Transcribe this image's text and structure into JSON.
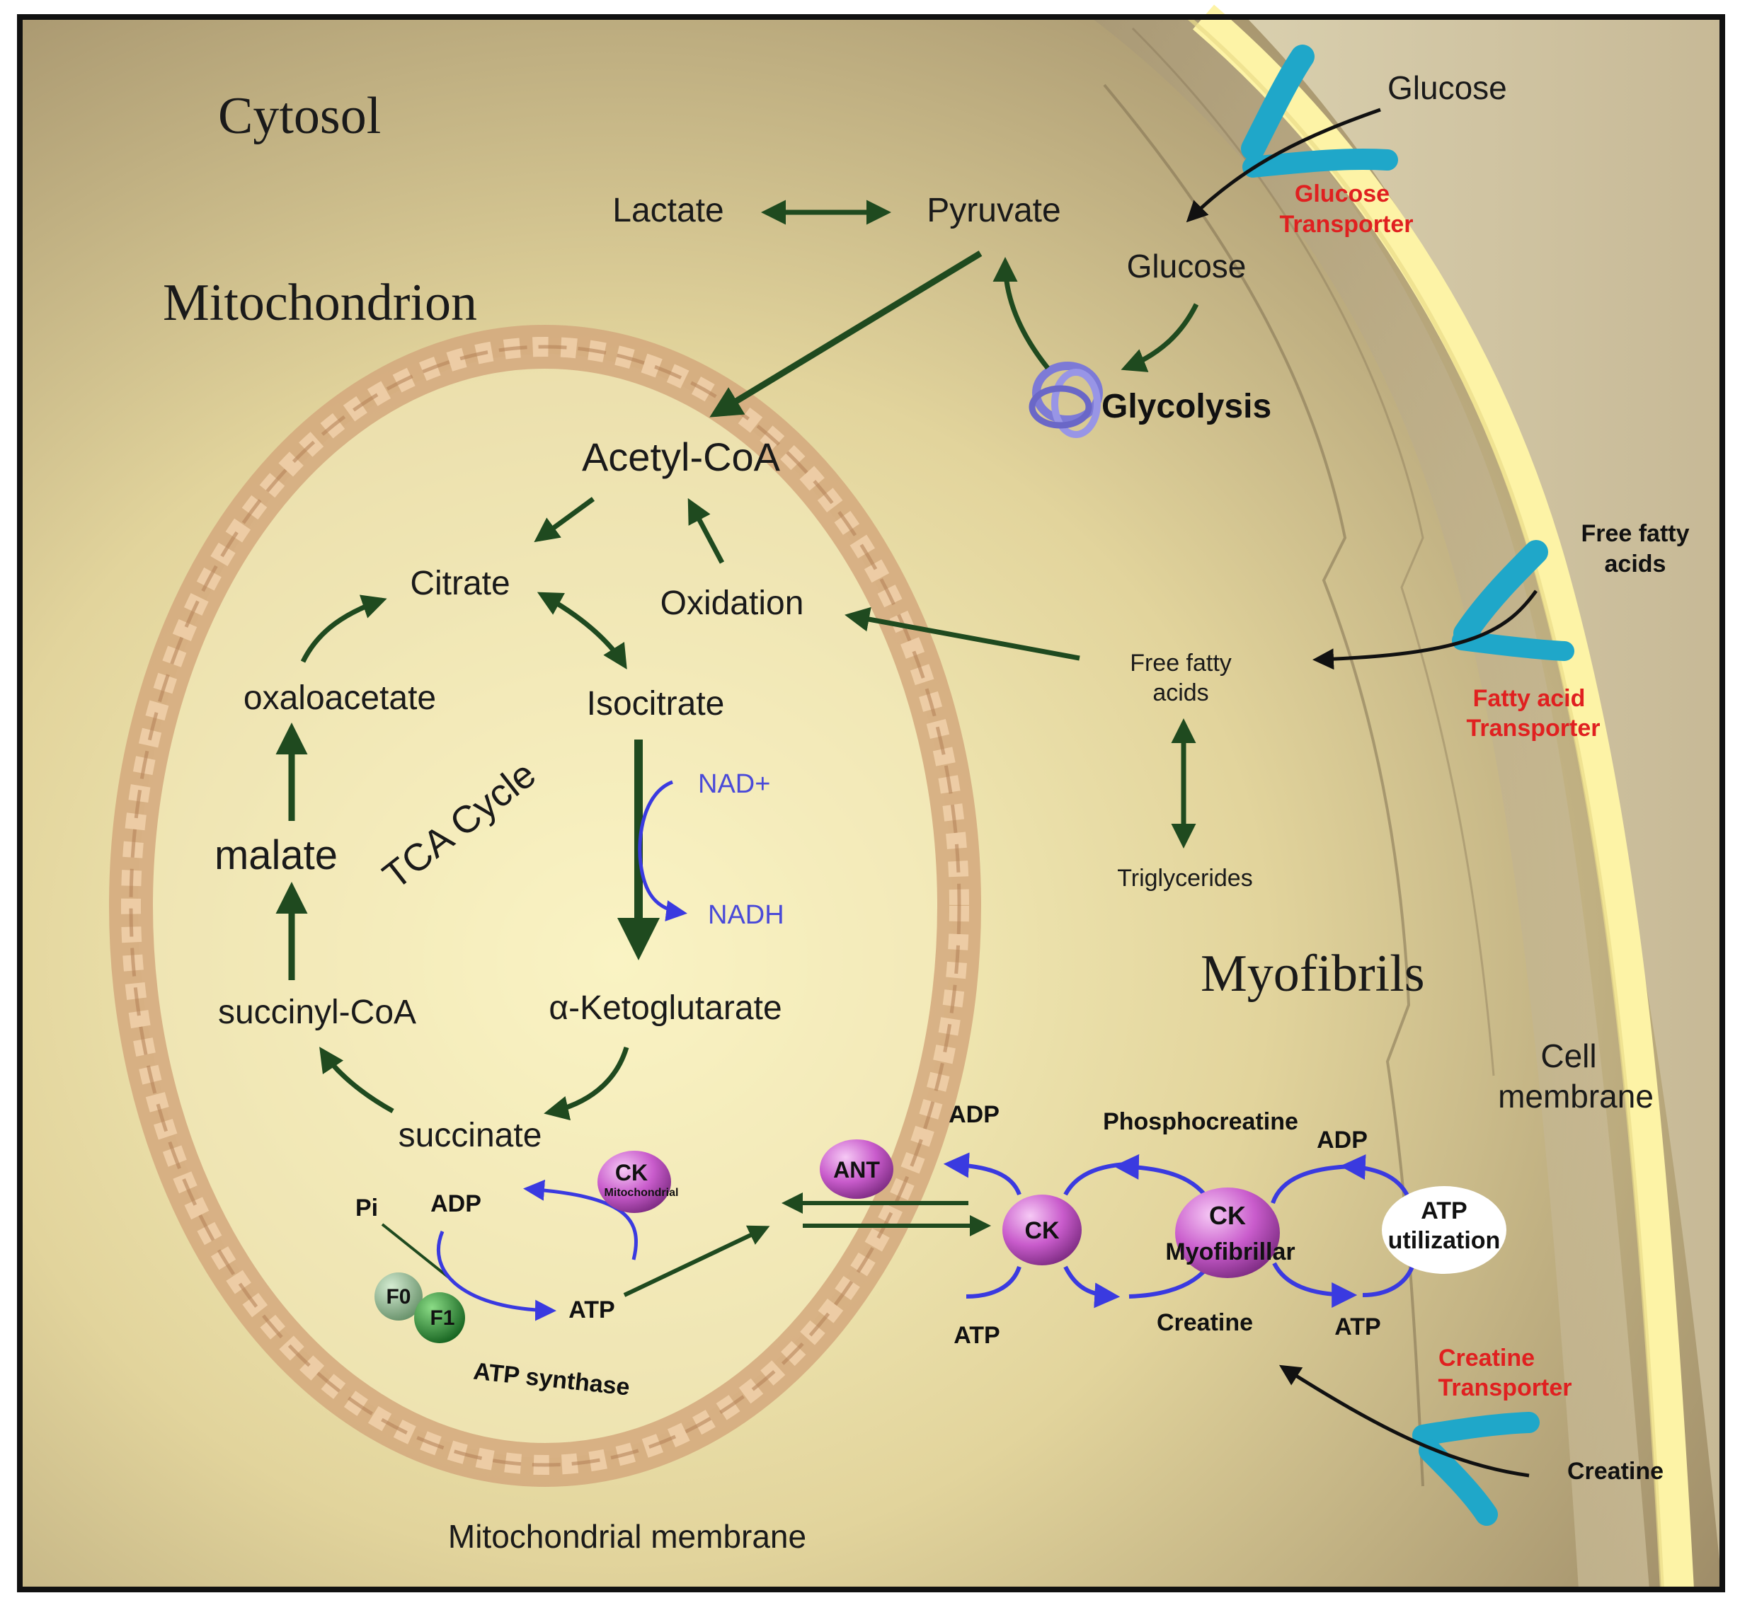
{
  "regions": {
    "cytosol": "Cytosol",
    "mitochondrion": "Mitochondrion",
    "myofibrils": "Myofibrils",
    "cell_membrane_1": "Cell",
    "cell_membrane_2": "membrane",
    "mitochondrial_membrane": "Mitochondrial membrane"
  },
  "glucose_uptake": {
    "glucose_outside": "Glucose",
    "transporter_1": "Glucose",
    "transporter_2": "Transporter",
    "glucose_inside": "Glucose",
    "glycolysis": "Glycolysis",
    "pyruvate": "Pyruvate",
    "lactate": "Lactate"
  },
  "fatty_acid_uptake": {
    "ffa_outside_1": "Free fatty",
    "ffa_outside_2": "acids",
    "transporter_1": "Fatty acid",
    "transporter_2": "Transporter",
    "ffa_inside_1": "Free fatty",
    "ffa_inside_2": "acids",
    "triglycerides": "Triglycerides"
  },
  "tca_cycle": {
    "title": "TCA Cycle",
    "acetyl_coa": "Acetyl-CoA",
    "oxidation": "Oxidation",
    "citrate": "Citrate",
    "isocitrate": "Isocitrate",
    "alpha_ketoglutarate": "α-Ketoglutarate",
    "succinate": "succinate",
    "succinyl_coa": "succinyl-CoA",
    "malate": "malate",
    "oxaloacetate": "oxaloacetate",
    "nad_plus": "NAD+",
    "nadh": "NADH"
  },
  "energy_transfer": {
    "pi": "Pi",
    "adp_mito": "ADP",
    "atp_mito": "ATP",
    "f0": "F0",
    "f1": "F1",
    "atp_synthase": "ATP synthase",
    "ck_mito_1": "CK",
    "ck_mito_2": "Mitochondrial",
    "ant": "ANT",
    "ck_cyto": "CK",
    "adp_ant": "ADP",
    "atp_ant": "ATP",
    "phosphocreatine": "Phosphocreatine",
    "creatine": "Creatine",
    "ck_myo_1": "CK",
    "ck_myo_2": "Myofibrillar",
    "adp_myo": "ADP",
    "atp_myo": "ATP",
    "atp_util_1": "ATP",
    "atp_util_2": "utilization"
  },
  "creatine_uptake": {
    "transporter_1": "Creatine",
    "transporter_2": "Transporter",
    "creatine_outside": "Creatine"
  },
  "colors": {
    "cytosol_dark": "#8e7a5a",
    "cytosol_light": "#fbf6c0",
    "membrane_band": "#fdf3a6",
    "pathway_green": "#1f4a1f",
    "cycle_blue": "#3a3ae0",
    "transporter_cyan": "#1fa7c9",
    "enzyme_purple": "#c25ec8",
    "transporter_label_red": "#e02020"
  }
}
